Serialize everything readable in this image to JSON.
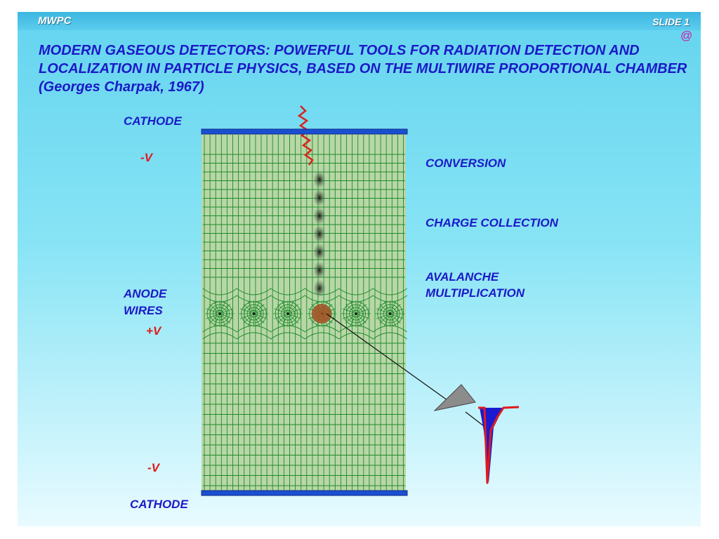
{
  "header": {
    "left": "MWPC",
    "right": "SLIDE 1",
    "corner": "@"
  },
  "title": "MODERN GASEOUS DETECTORS: POWERFUL TOOLS FOR RADIATION DETECTION AND LOCALIZATION IN PARTICLE PHYSICS, BASED ON THE MULTIWIRE PROPORTIONAL CHAMBER (Georges Charpak, 1967)",
  "labels": {
    "cathode_top": "CATHODE",
    "volt_top": "-V",
    "anode_line1": "ANODE",
    "anode_line2": "WIRES",
    "volt_anode": "+V",
    "volt_bottom": "-V",
    "cathode_bottom": "CATHODE",
    "conversion": "CONVERSION",
    "charge_collection": "CHARGE COLLECTION",
    "avalanche_line1": "AVALANCHE",
    "avalanche_line2": "MULTIPLICATION"
  },
  "colors": {
    "text_blue": "#1b19c8",
    "voltage_red": "#e01a1a",
    "cathode_blue": "#1a4fd0",
    "field_green": "#1f8a2e",
    "photon_red": "#d8241a",
    "signal_blue": "#1a1ad0",
    "amplifier_gray": "#8c8c8c"
  },
  "diagram": {
    "anode_wire_count": 6,
    "ionization_cluster_count": 7,
    "icons": [
      "photon-wave-icon",
      "amplifier-triangle-icon",
      "signal-pulse-icon"
    ]
  }
}
